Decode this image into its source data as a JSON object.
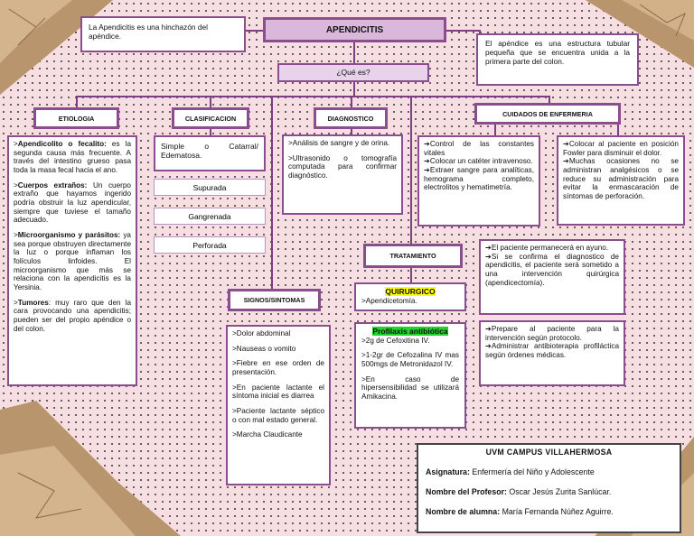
{
  "title": "APENDICITIS",
  "definition": "La Apendicitis es una hinchazón del apéndice.",
  "question": "¿Qué es?",
  "anatomy": "El apéndice es una estructura tubular pequeña que se encuentra unida a la primera parte del colon.",
  "sections": {
    "etiologia": {
      "title": "ETIOLOGIA",
      "items": [
        {
          "term": "Apendicolito o fecalito:",
          "text": " es la segunda causa más frecuente. A través del intestino grueso pasa toda la masa fecal hacia el ano."
        },
        {
          "term": "Cuerpos extraños:",
          "text": " Un cuerpo extraño que hayamos ingerido podría obstruir la luz apendicular, siempre que tuviese el tamaño adecuado."
        },
        {
          "term": "Microorganismo y parásitos:",
          "text": " ya sea porque obstruyen directamente la luz o porque inflaman los folículos linfoides. El microorganismo que más se relaciona con la apendicitis es la Yersinia."
        },
        {
          "term": "Tumores",
          "text": ": muy raro que den la cara provocando una apendicitis; pueden ser del propio apéndice o del colon."
        }
      ]
    },
    "clasificacion": {
      "title": "CLASIFICACION",
      "main": "Simple o Catarral/ Edematosa.",
      "types": [
        "Supurada",
        "Gangrenada",
        "Perforada"
      ]
    },
    "diagnostico": {
      "title": "DIAGNOSTICO",
      "items": [
        ">Análisis de sangre y de orina.",
        ">Ultrasonido o tomografía computada para confirmar diagnóstico."
      ]
    },
    "cuidados": {
      "title": "CUIDADOS DE ENFERMERIA",
      "col1": [
        "➔Control de las constantes vitales",
        "➔Colocar un catéter intravenoso.",
        "➔Extraer sangre para analíticas, hemograma completo, electrolitos y hematimetría."
      ],
      "col2": [
        "➔Colocar al paciente en posición Fowler para disminuir el dolor.",
        "➔Muchas ocasiones no se administran analgésicos o se reduce su administración para evitar la enmascaración de síntomas de perforación."
      ],
      "col3": [
        "➔El paciente permanecerá en ayuno.",
        "➔Si se confirma el diagnostico de apendicitis, el paciente será sometido a una intervención quirúrgica (apendicectomía)."
      ],
      "col4": [
        "➔Prepare al paciente para la intervención según protocolo.",
        "➔Administrar antibioterapia profiláctica según órdenes médicas."
      ]
    },
    "tratamiento": {
      "title": "TRATAMIENTO",
      "quirurgico_label": "QUIRURGICO",
      "quirurgico_text": ">Apendicetomía.",
      "profilaxis_label": "Profilaxis antibiótica",
      "profilaxis_items": [
        ">2g de Cefoxitina IV.",
        ">1-2gr de Cefozalina IV mas 500mgs de Metronidazol IV.",
        ">En caso de hipersensibilidad se utilizará Amikacina."
      ]
    },
    "signos": {
      "title": "SIGNOS/SINTOMAS",
      "items": [
        ">Dolor abdominal",
        ">Nauseas o vomito",
        ">Fiebre en ese orden de presentación.",
        ">En paciente lactante el síntoma inicial es diarrea",
        ">Paciente lactante séptico o con mal estado general.",
        ">Marcha Claudicante"
      ]
    }
  },
  "footer": {
    "institution": "UVM CAMPUS VILLAHERMOSA",
    "subject_label": "Asignatura:",
    "subject": " Enfermería del Niño y Adolescente",
    "teacher_label": "Nombre del Profesor:",
    "teacher": " Oscar Jesús Zurita Sanlúcar.",
    "student_label": "Nombre de alumna:",
    "student": " María Fernanda Núñez Aguirre."
  },
  "colors": {
    "accent": "#8a4d8e",
    "title_bg": "#d9b8dc",
    "highlight_yellow": "#ffff00",
    "highlight_green": "#21d32e"
  }
}
